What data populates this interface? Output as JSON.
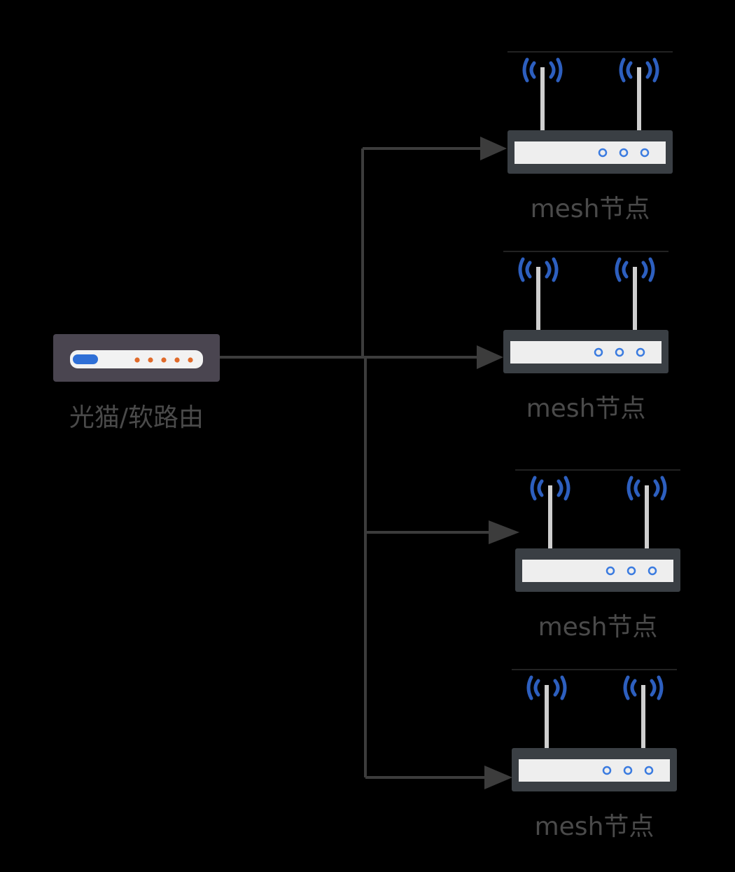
{
  "source": {
    "label": "光猫/软路由",
    "body_color": "#4a4550",
    "panel_color": "#f2f2f2",
    "indicator_color": "#2f6fd6",
    "led_color": "#e06a2a",
    "led_count": 5
  },
  "nodes": [
    {
      "label": "mesh节点"
    },
    {
      "label": "mesh节点"
    },
    {
      "label": "mesh节点"
    },
    {
      "label": "mesh节点"
    }
  ],
  "node_style": {
    "body_color": "#3a3f44",
    "panel_color": "#eeeeee",
    "port_color": "#3a7be0",
    "port_count": 3,
    "antenna_color": "#cfcfcf",
    "signal_color": "#2d5fbf"
  },
  "connector_color": "#3c3c3c"
}
